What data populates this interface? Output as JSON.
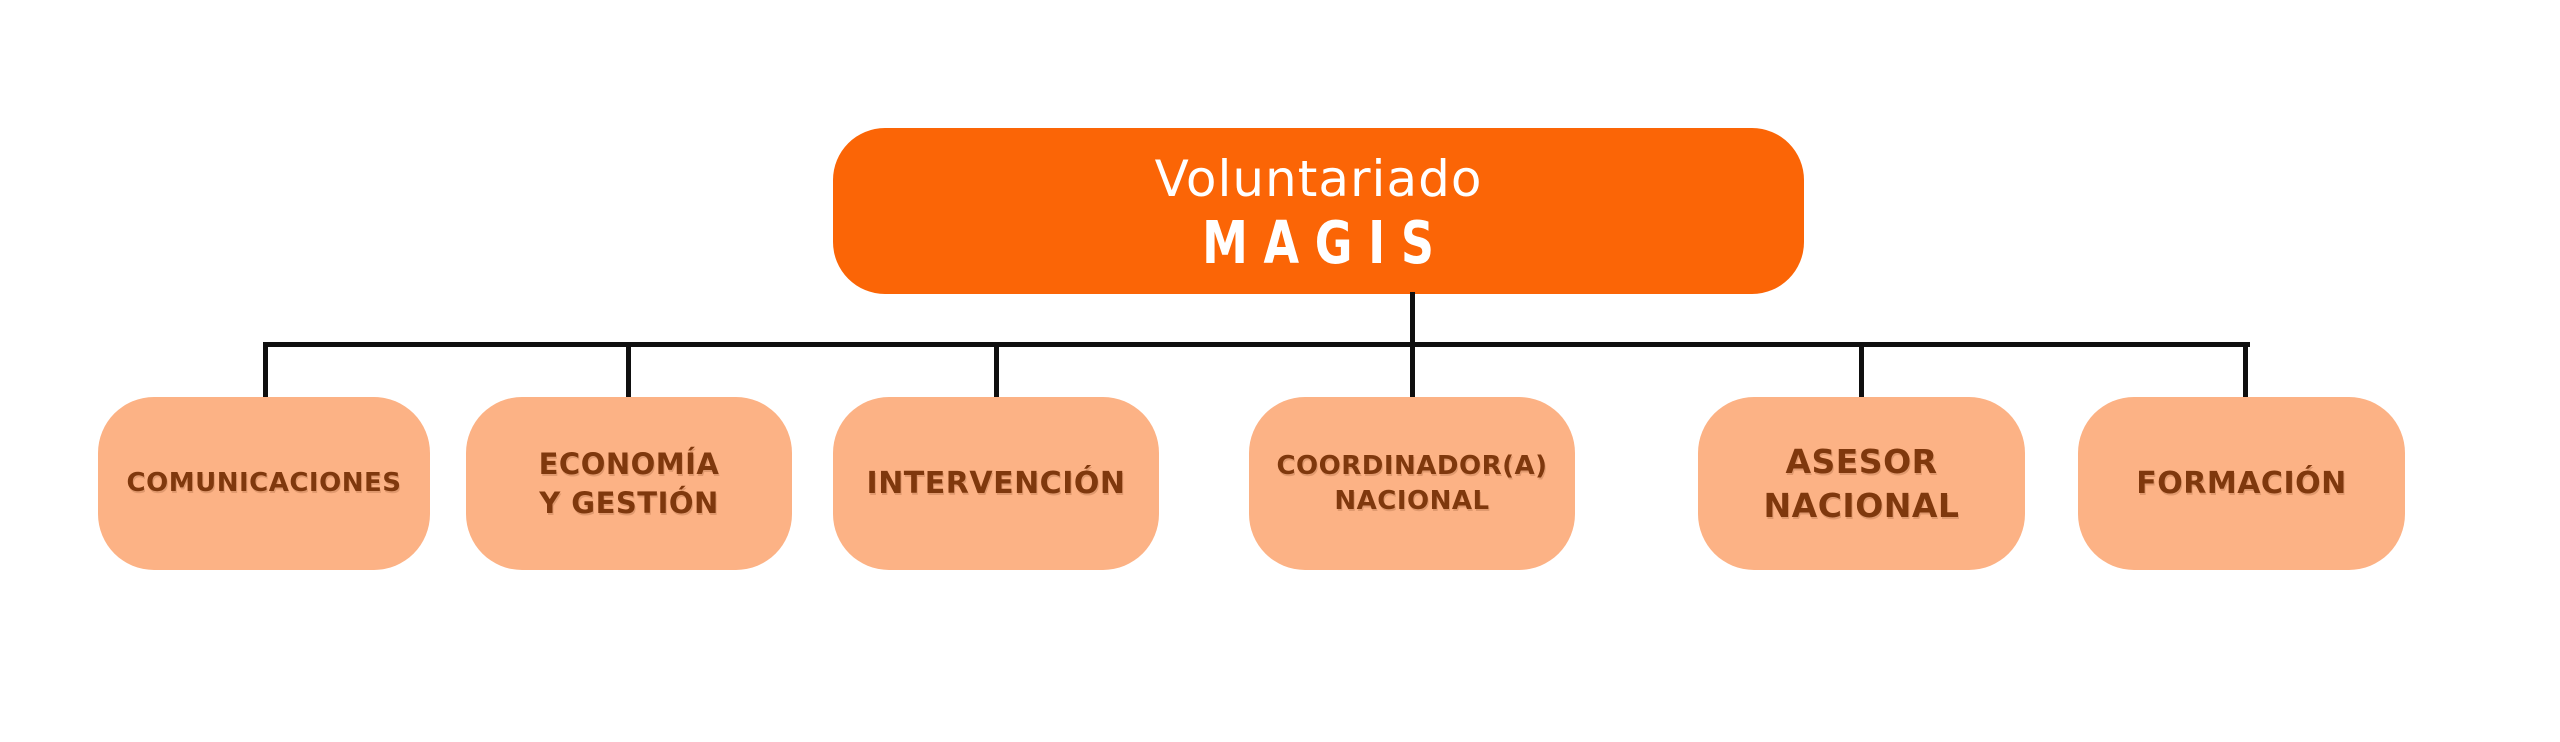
{
  "org_chart": {
    "type": "organizational-chart",
    "root": {
      "line1": "Voluntariado",
      "line2": "MAGIS"
    },
    "children": [
      {
        "label": "COMUNICACIONES"
      },
      {
        "label": "ECONOMÍA\nY GESTIÓN"
      },
      {
        "label": "INTERVENCIÓN"
      },
      {
        "label": "COORDINADOR(A)\nNACIONAL"
      },
      {
        "label": "ASESOR\nNACIONAL"
      },
      {
        "label": "FORMACIÓN"
      }
    ]
  },
  "colors": {
    "background": "#FFFFFF",
    "root_fill": "#FB6506",
    "root_text": "#FFFFFF",
    "child_fill": "#FCB285",
    "child_text": "#7F380D",
    "connector": "#0F0F0F"
  }
}
